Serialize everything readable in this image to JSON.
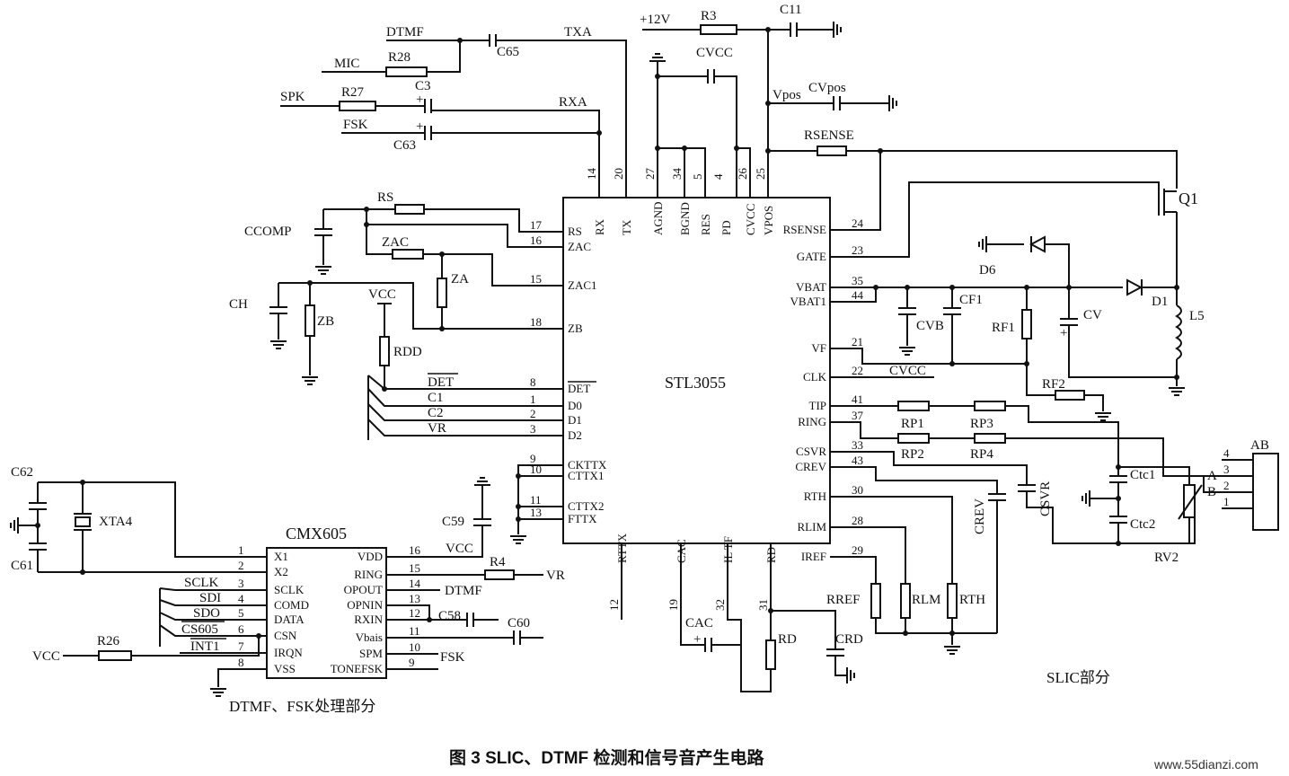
{
  "stl": {
    "name": "STL3055",
    "top_pins": [
      {
        "num": "14",
        "name": "RX"
      },
      {
        "num": "20",
        "name": "TX"
      },
      {
        "num": "27",
        "name": "AGND"
      },
      {
        "num": "34",
        "name": "BGND"
      },
      {
        "num": "5",
        "name": "RES"
      },
      {
        "num": "4",
        "name": "PD"
      },
      {
        "num": "26",
        "name": "CVCC"
      },
      {
        "num": "25",
        "name": "VPOS"
      }
    ],
    "left_pins": [
      {
        "num": "17",
        "name": "RS"
      },
      {
        "num": "16",
        "name": "ZAC"
      },
      {
        "num": "15",
        "name": "ZAC1"
      },
      {
        "num": "18",
        "name": "ZB"
      },
      {
        "num": "8",
        "name": "DET"
      },
      {
        "num": "1",
        "name": "D0"
      },
      {
        "num": "2",
        "name": "D1"
      },
      {
        "num": "3",
        "name": "D2"
      },
      {
        "num": "9",
        "name": "CKTTX"
      },
      {
        "num": "10",
        "name": "CTTX1"
      },
      {
        "num": "11",
        "name": "CTTX2"
      },
      {
        "num": "13",
        "name": "FTTX"
      }
    ],
    "right_pins": [
      {
        "num": "24",
        "name": "RSENSE"
      },
      {
        "num": "23",
        "name": "GATE"
      },
      {
        "num": "35",
        "name": "VBAT"
      },
      {
        "num": "44",
        "name": "VBAT1"
      },
      {
        "num": "21",
        "name": "VF"
      },
      {
        "num": "22",
        "name": "CLK"
      },
      {
        "num": "41",
        "name": "TIP"
      },
      {
        "num": "37",
        "name": "RING"
      },
      {
        "num": "33",
        "name": "CSVR"
      },
      {
        "num": "43",
        "name": "CREV"
      },
      {
        "num": "30",
        "name": "RTH"
      },
      {
        "num": "28",
        "name": "RLIM"
      },
      {
        "num": "29",
        "name": "IREF"
      }
    ],
    "bottom_pins": [
      {
        "num": "12",
        "name": "RTTX"
      },
      {
        "num": "19",
        "name": "CAC"
      },
      {
        "num": "32",
        "name": "IL TF"
      },
      {
        "num": "31",
        "name": "RD"
      }
    ]
  },
  "cmx": {
    "name": "CMX605",
    "left_pins": [
      {
        "num": "1",
        "name": "X1"
      },
      {
        "num": "2",
        "name": "X2"
      },
      {
        "num": "3",
        "name": "SCLK"
      },
      {
        "num": "4",
        "name": "COMD"
      },
      {
        "num": "5",
        "name": "DATA"
      },
      {
        "num": "6",
        "name": "CSN"
      },
      {
        "num": "7",
        "name": "IRQN"
      },
      {
        "num": "8",
        "name": "VSS"
      }
    ],
    "right_pins": [
      {
        "num": "16",
        "name": "VDD"
      },
      {
        "num": "15",
        "name": "RING"
      },
      {
        "num": "14",
        "name": "OPOUT"
      },
      {
        "num": "13",
        "name": "OPNIN"
      },
      {
        "num": "12",
        "name": "RXIN"
      },
      {
        "num": "11",
        "name": "Vbais"
      },
      {
        "num": "10",
        "name": "SPM"
      },
      {
        "num": "9",
        "name": "TONEFSK"
      }
    ]
  },
  "labels": {
    "dtmf": "DTMF",
    "mic": "MIC",
    "spk": "SPK",
    "fsk": "FSK",
    "txa": "TXA",
    "rxa": "RXA",
    "r28": "R28",
    "r27": "R27",
    "c65": "C65",
    "c3": "C3",
    "c63": "C63",
    "v12": "+12V",
    "r3": "R3",
    "c11": "C11",
    "cvcc": "CVCC",
    "vpos": "Vpos",
    "cvpos": "CVpos",
    "rsense": "RSENSE",
    "q1": "Q1",
    "d6": "D6",
    "d1": "D1",
    "cv": "CV",
    "l5": "L5",
    "cvb": "CVB",
    "cf1": "CF1",
    "rf1": "RF1",
    "rf2": "RF2",
    "cvcc2": "CVCC",
    "rp1": "RP1",
    "rp2": "RP2",
    "rp3": "RP3",
    "rp4": "RP4",
    "crev": "CREV",
    "csvr": "CSVR",
    "ctc1": "Ctc1",
    "ctc2": "Ctc2",
    "rv2": "RV2",
    "ab": "AB",
    "a": "A",
    "b": "B",
    "ab4": "4",
    "ab3": "3",
    "ab2": "2",
    "ab1": "1",
    "rref": "RREF",
    "rlm": "RLM",
    "rth": "RTH",
    "cac": "CAC",
    "rd": "RD",
    "crd": "CRD",
    "rs": "RS",
    "ccomp": "CCOMP",
    "zac": "ZAC",
    "za": "ZA",
    "ch": "CH",
    "zb": "ZB",
    "vcc": "VCC",
    "rdd": "RDD",
    "det": "DET",
    "c1": "C1",
    "c2": "C2",
    "vr": "VR",
    "c59": "C59",
    "vcc2": "VCC",
    "r4": "R4",
    "vr2": "VR",
    "dtmf2": "DTMF",
    "c58": "C58",
    "c60": "C60",
    "fsk2": "FSK",
    "c62": "C62",
    "c61": "C61",
    "xta4": "XTA4",
    "sclk": "SCLK",
    "sdi": "SDI",
    "sdo": "SDO",
    "cs605": "CS605",
    "int1": "INT1",
    "vcc3": "VCC",
    "r26": "R26",
    "plus": "+"
  },
  "section_dtmf": "DTMF、FSK处理部分",
  "section_slic": "SLIC部分",
  "caption": "图 3    SLIC、DTMF 检测和信号音产生电路",
  "watermark": "www.55dianzi.com"
}
